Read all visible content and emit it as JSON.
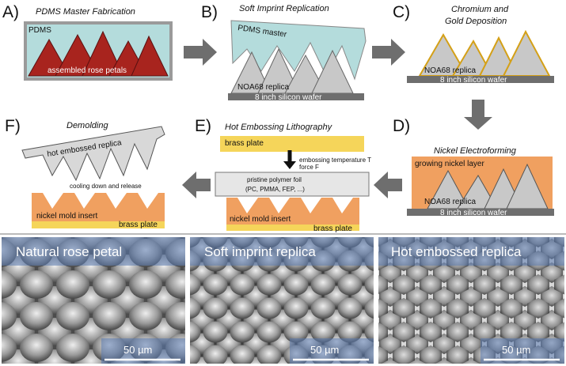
{
  "steps": {
    "a": {
      "letter": "A)",
      "title": "PDMS Master Fabrication",
      "labels": {
        "pdms": "PDMS",
        "petals": "assembled rose petals"
      }
    },
    "b": {
      "letter": "B)",
      "title": "Soft Imprint Replication",
      "labels": {
        "pdms_master": "PDMS master",
        "replica": "NOA68 replica",
        "wafer": "8 inch silicon wafer"
      }
    },
    "c": {
      "letter": "C)",
      "title_line1": "Chromium and",
      "title_line2": "Gold Deposition",
      "labels": {
        "replica": "NOA68 replica",
        "wafer": "8 inch silicon wafer"
      }
    },
    "d": {
      "letter": "D)",
      "title": "Nickel Electroforming",
      "labels": {
        "nickel": "growing nickel layer",
        "replica": "NOA68 replica",
        "wafer": "8 inch silicon wafer"
      }
    },
    "e": {
      "letter": "E)",
      "title": "Hot Embossing Lithography",
      "labels": {
        "brass_top": "brass plate",
        "temp": "embossing temperature T",
        "force": "force F",
        "foil": "pristine polymer foil",
        "materials": "(PC, PMMA, FEP, ...)",
        "mold": "nickel mold insert",
        "brass_bottom": "brass plate"
      }
    },
    "f": {
      "letter": "F)",
      "title": "Demolding",
      "labels": {
        "replica": "hot embossed replica",
        "cooling": "cooling down and release",
        "mold": "nickel mold insert",
        "brass": "brass plate"
      }
    }
  },
  "micrographs": [
    {
      "title": "Natural rose petal",
      "scale": "50 µm"
    },
    {
      "title": "Soft imprint replica",
      "scale": "50 µm"
    },
    {
      "title": "Hot embossed replica",
      "scale": "50 µm"
    }
  ],
  "colors": {
    "pdms": "#b4dcdc",
    "petal": "#a8241e",
    "replica": "#c8c8c8",
    "gold": "#d4a017",
    "nickel": "#f0a060",
    "brass": "#f5d55a",
    "wafer": "#6e6e6e",
    "arrow": "#6e6e6e",
    "label_band": "#5a7ab0"
  }
}
